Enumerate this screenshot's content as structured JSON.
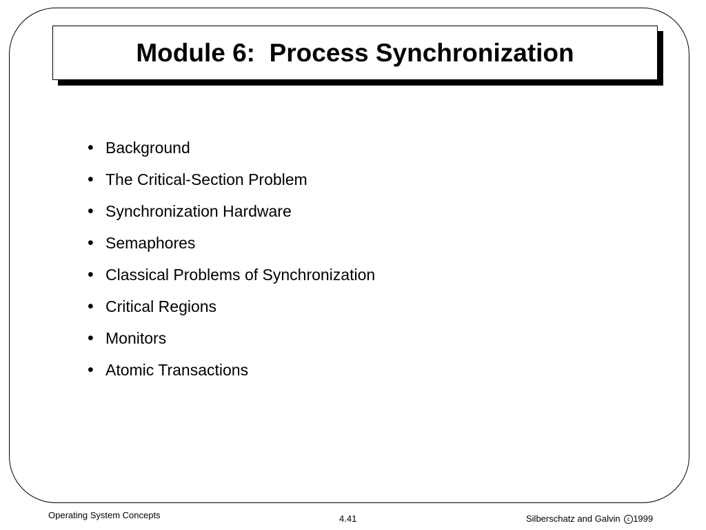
{
  "slide": {
    "title": "Module 6:  Process Synchronization",
    "bullets": [
      "Background",
      "The Critical-Section Problem",
      "Synchronization Hardware",
      "Semaphores",
      "Classical Problems of Synchronization",
      "Critical Regions",
      "Monitors",
      "Atomic Transactions"
    ]
  },
  "footer": {
    "course": "Operating System Concepts",
    "page_number": "4.41",
    "authors": "Silberschatz and Galvin",
    "copyright_symbol": "c",
    "year": "1999"
  }
}
